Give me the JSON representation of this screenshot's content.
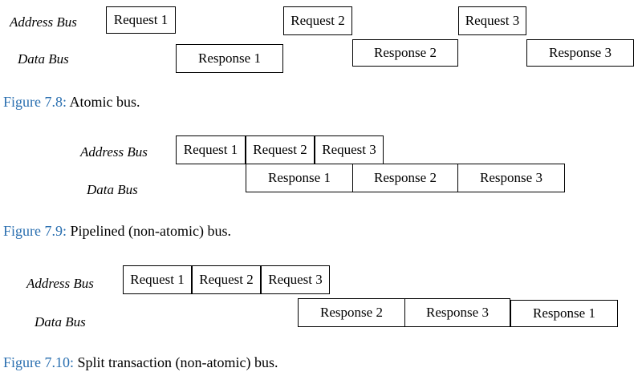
{
  "figures": [
    {
      "labels": {
        "address": "Address Bus",
        "data": "Data Bus"
      },
      "address_bus": [
        "Request 1",
        "Request 2",
        "Request 3"
      ],
      "data_bus": [
        "Response 1",
        "Response 2",
        "Response 3"
      ],
      "caption": {
        "number": "Figure 7.8:",
        "text": " Atomic bus."
      }
    },
    {
      "labels": {
        "address": "Address Bus",
        "data": "Data Bus"
      },
      "address_bus": [
        "Request 1",
        "Request 2",
        "Request 3"
      ],
      "data_bus": [
        "Response 1",
        "Response 2",
        "Response 3"
      ],
      "caption": {
        "number": "Figure 7.9:",
        "text": " Pipelined (non-atomic) bus."
      }
    },
    {
      "labels": {
        "address": "Address Bus",
        "data": "Data Bus"
      },
      "address_bus": [
        "Request 1",
        "Request 2",
        "Request 3"
      ],
      "data_bus": [
        "Response 2",
        "Response 3",
        "Response 1"
      ],
      "caption": {
        "number": "Figure 7.10:",
        "text": " Split transaction (non-atomic) bus."
      }
    }
  ],
  "colors": {
    "caption_number": "#2a6fb0",
    "border": "#000000"
  }
}
